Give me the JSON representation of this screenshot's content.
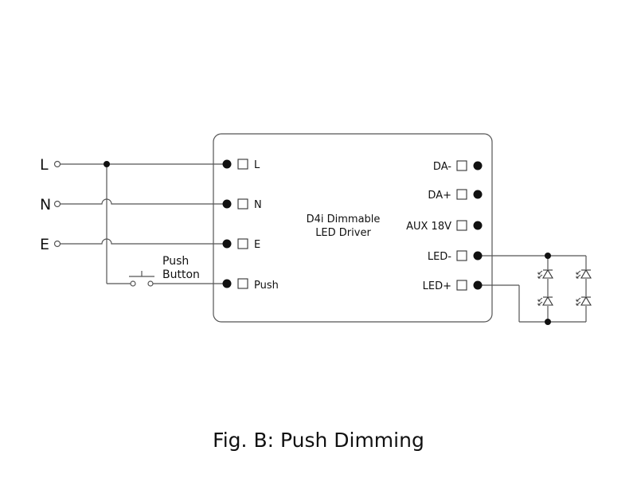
{
  "figure": {
    "caption": "Fig. B: Push Dimming"
  },
  "driver": {
    "title_line1": "D4i Dimmable",
    "title_line2": "LED Driver",
    "left_terminals": [
      "L",
      "N",
      "E",
      "Push"
    ],
    "right_terminals": [
      "DA-",
      "DA+",
      "AUX 18V",
      "LED-",
      "LED+"
    ]
  },
  "mains": {
    "inputs": [
      "L",
      "N",
      "E"
    ]
  },
  "switch": {
    "label_line1": "Push",
    "label_line2": "Button"
  },
  "load": {
    "type": "LED array",
    "led_count": 4
  }
}
